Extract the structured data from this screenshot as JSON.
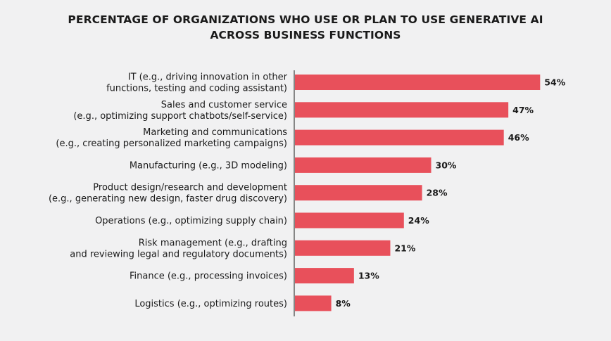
{
  "chart_data": {
    "type": "bar",
    "orientation": "horizontal",
    "title_lines": [
      "PERCENTAGE OF ORGANIZATIONS WHO USE OR PLAN TO USE GENERATIVE AI",
      "ACROSS BUSINESS FUNCTIONS"
    ],
    "categories": [
      [
        "IT (e.g., driving innovation in other",
        "functions, testing and coding assistant)"
      ],
      [
        "Sales and customer service",
        "(e.g., optimizing support chatbots/self-service)"
      ],
      [
        "Marketing and communications",
        "(e.g., creating personalized marketing campaigns)"
      ],
      [
        "Manufacturing (e.g., 3D modeling)"
      ],
      [
        "Product design/research and development",
        "(e.g., generating new design, faster drug discovery)"
      ],
      [
        "Operations (e.g., optimizing supply chain)"
      ],
      [
        "Risk management (e.g., drafting",
        "and reviewing legal and regulatory documents)"
      ],
      [
        "Finance (e.g., processing invoices)"
      ],
      [
        "Logistics (e.g., optimizing routes)"
      ]
    ],
    "values": [
      54,
      47,
      46,
      30,
      28,
      24,
      21,
      13,
      8
    ],
    "value_labels": [
      "54%",
      "47%",
      "46%",
      "30%",
      "28%",
      "24%",
      "21%",
      "13%",
      "8%"
    ],
    "xlim": [
      0,
      60
    ],
    "grid": false,
    "bar_color": "#e8505b",
    "axis_color": "#1a1a1a",
    "background": "#f1f1f2"
  }
}
